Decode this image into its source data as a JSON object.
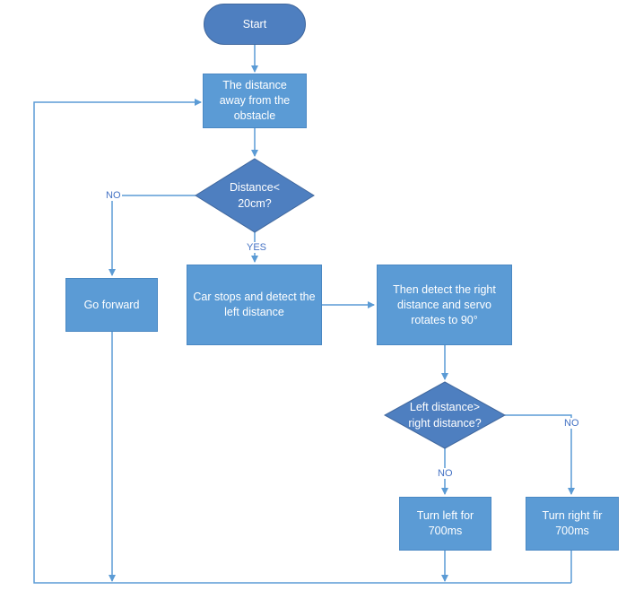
{
  "flowchart": {
    "start": "Start",
    "measure": "The distance\naway from the\nobstacle",
    "decision1": "Distance<\n20cm?",
    "go_forward": "Go forward",
    "stop_detect_left": "Car stops and detect the\nleft distance",
    "detect_right": "Then detect the right\ndistance and servo\nrotates to 90°",
    "decision2": "Left distance>\nright distance?",
    "turn_left": "Turn left for\n700ms",
    "turn_right": "Turn right fir\n700ms"
  },
  "edge_labels": {
    "no_left": "NO",
    "yes_down": "YES",
    "no_right": "NO",
    "no_down": "NO"
  },
  "colors": {
    "shape_fill": "#5b9bd5",
    "terminal_fill": "#4e7fc0",
    "connector": "#5b9bd5",
    "text": "#ffffff"
  }
}
